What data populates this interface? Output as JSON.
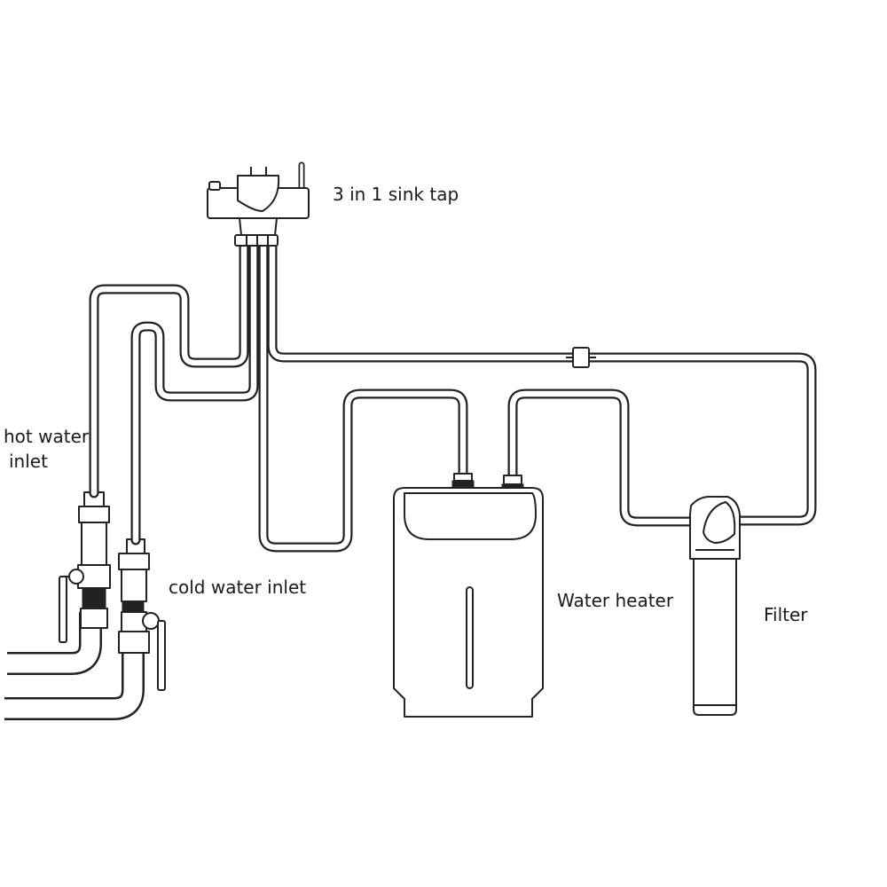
{
  "labels": {
    "tap": "3 in 1 sink tap",
    "hot_inlet_line1": "hot water",
    "hot_inlet_line2": "inlet",
    "cold_inlet": "cold water inlet",
    "heater": "Water heater",
    "filter": "Filter"
  },
  "colors": {
    "line": "#222222",
    "background": "#ffffff"
  }
}
